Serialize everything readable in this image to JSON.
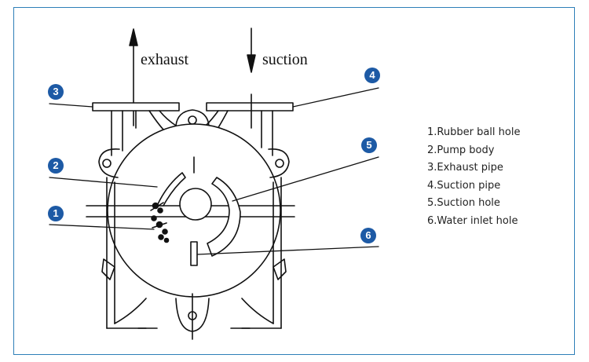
{
  "flow": {
    "exhaust": "exhaust",
    "suction": "suction"
  },
  "callouts": [
    "1",
    "2",
    "3",
    "4",
    "5",
    "6"
  ],
  "legend": [
    "1.Rubber ball hole",
    "2.Pump body",
    "3.Exhaust pipe",
    "4.Suction pipe",
    "5.Suction hole",
    "6.Water inlet hole"
  ],
  "colors": {
    "frame_border": "#2e7fb8",
    "callout_fill": "#1d5aa5",
    "line_art": "#111111"
  }
}
